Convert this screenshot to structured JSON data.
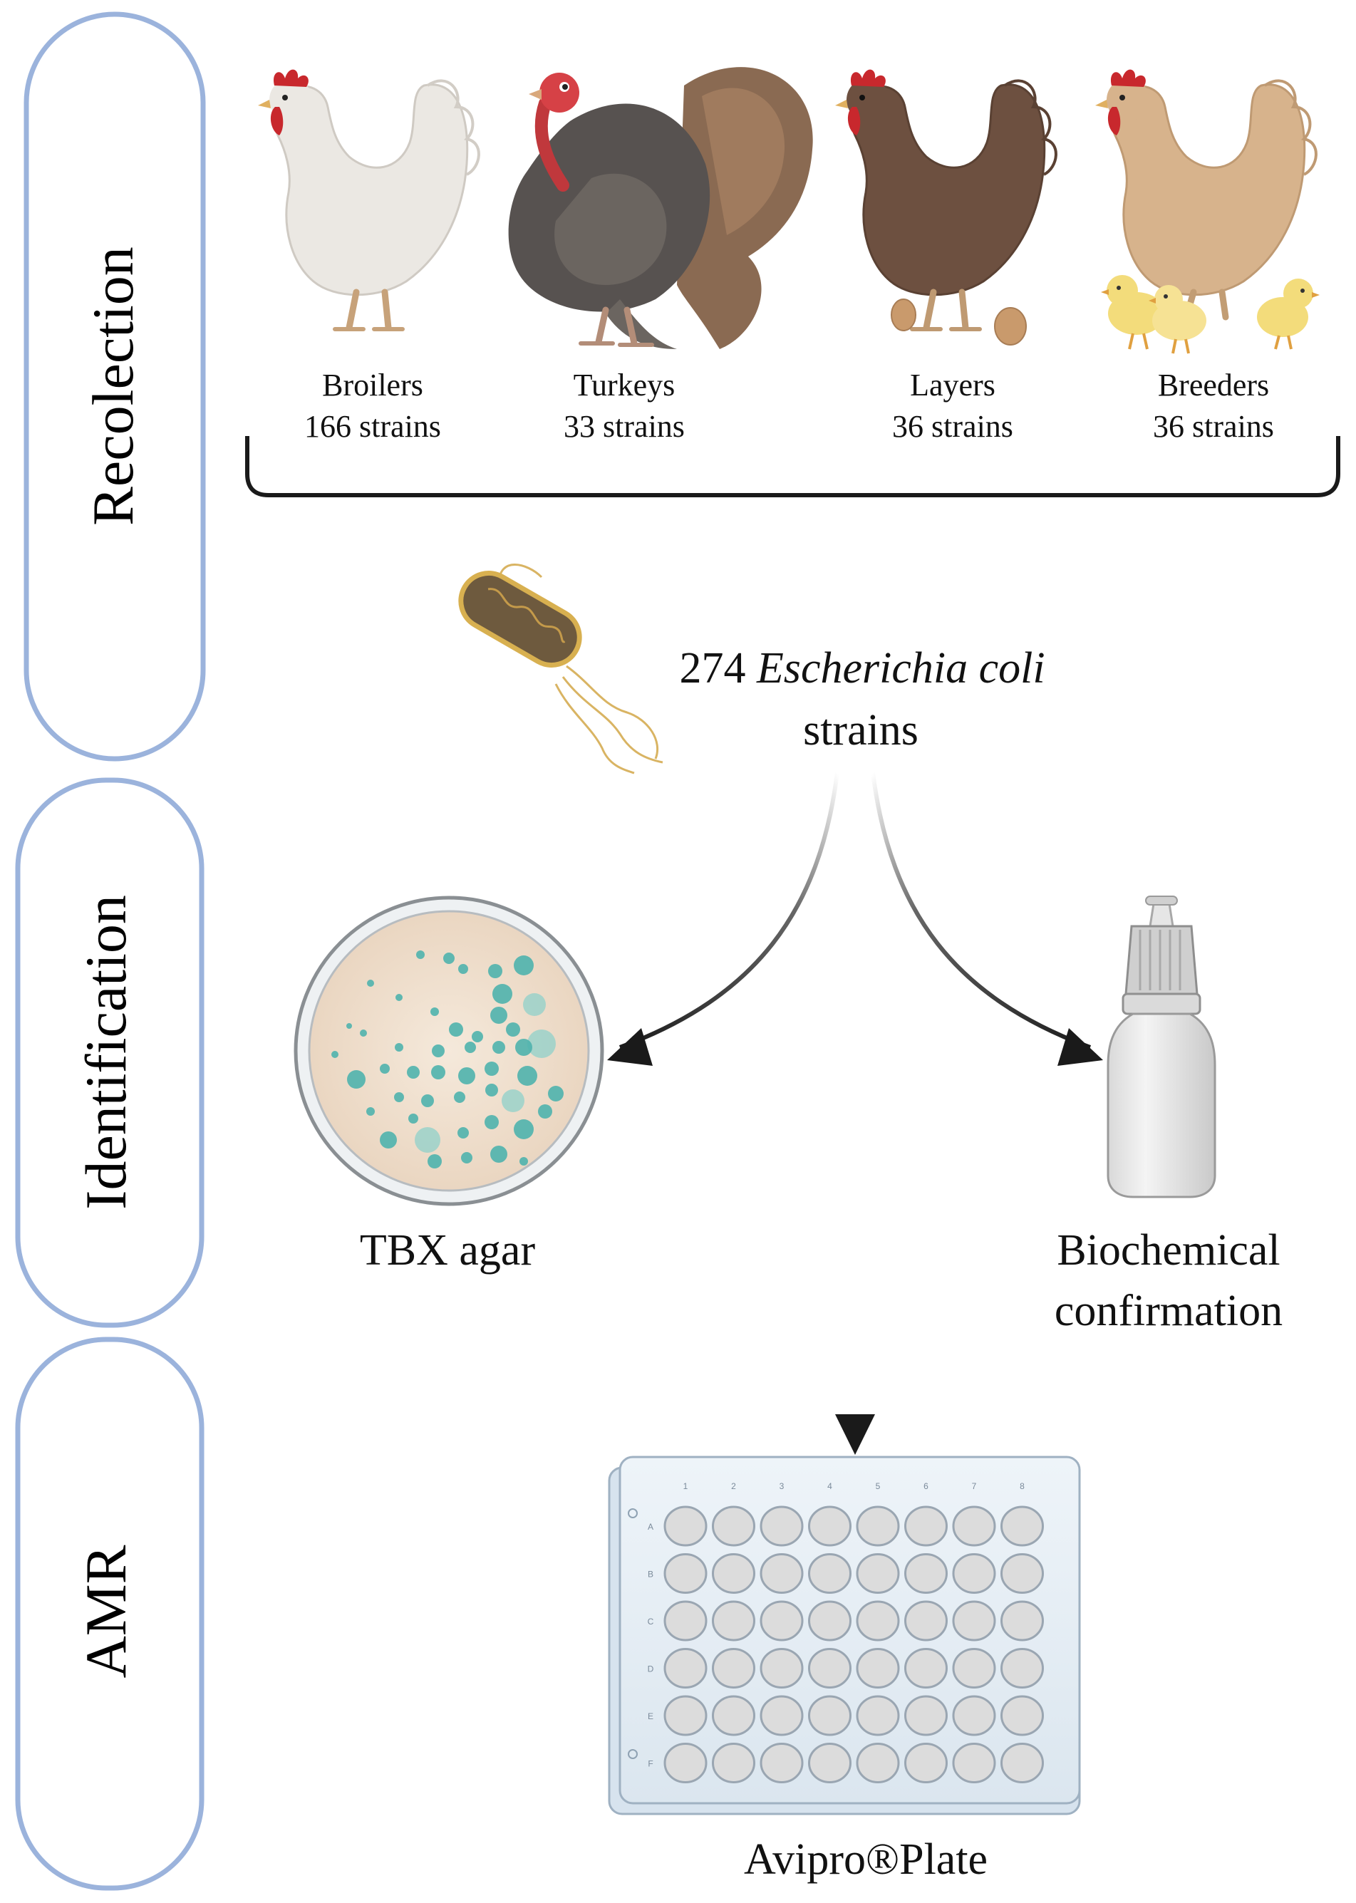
{
  "stages": [
    {
      "label": "Recolection"
    },
    {
      "label": "Identification"
    },
    {
      "label": "AMR"
    }
  ],
  "sources": [
    {
      "name": "Broilers",
      "count": "166 strains"
    },
    {
      "name": "Turkeys",
      "count": "33 strains"
    },
    {
      "name": "Layers",
      "count": "36 strains"
    },
    {
      "name": "Breeders",
      "count": "36 strains"
    }
  ],
  "isolates": {
    "count": "274",
    "organism": "Escherichia coli",
    "unit": "strains"
  },
  "methods": {
    "agar": "TBX agar",
    "biochem_line1": "Biochemical",
    "biochem_line2": "confirmation",
    "plate": "Avipro®Plate"
  },
  "plate": {
    "columns": [
      "1",
      "2",
      "3",
      "4",
      "5",
      "6",
      "7",
      "8"
    ],
    "rows": [
      "A",
      "B",
      "C",
      "D",
      "E",
      "F"
    ]
  },
  "colors": {
    "stage_border": "#9bb3dc",
    "broiler": "#ece9e4",
    "turkey": "#5b5550",
    "layer": "#6e5141",
    "breeder": "#d8b48e",
    "chick": "#f3dc7b",
    "colony": "#4fb3ad",
    "agar": "#f2e3d3"
  }
}
